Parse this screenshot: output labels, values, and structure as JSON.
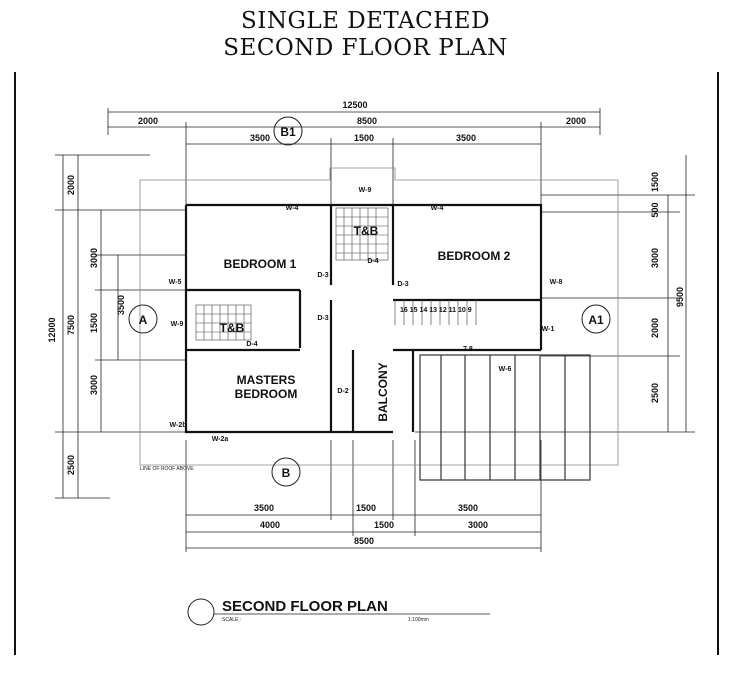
{
  "title": {
    "line1": "SINGLE DETACHED",
    "line2": "SECOND FLOOR PLAN"
  },
  "dimensions": {
    "top_total": "12500",
    "top_left": "2000",
    "top_mid": "8500",
    "top_right": "2000",
    "top_seg1": "3500",
    "top_seg2": "1500",
    "top_seg3": "3500",
    "bot_row1": [
      "3500",
      "1500",
      "3500"
    ],
    "bot_row2": [
      "4000",
      "1500",
      "3000"
    ],
    "bot_total": "8500",
    "left_total": "12000",
    "left_a": "2000",
    "left_b": "7500",
    "left_c": "2500",
    "left_d": "3000",
    "left_e": "1500",
    "left_f": "3000",
    "left_g": "3500",
    "right_total": "9500",
    "right_a": "1500",
    "right_b": "500",
    "right_c": "3000",
    "right_d": "2000",
    "right_e": "2500"
  },
  "rooms": {
    "bedroom1": "BEDROOM 1",
    "bedroom2": "BEDROOM 2",
    "tb_left": "T&B",
    "tb_top": "T&B",
    "masters_line1": "MASTERS",
    "masters_line2": "BEDROOM",
    "balcony": "BALCONY"
  },
  "tags": {
    "w9_top": "W-9",
    "w4_left": "W-4",
    "w4_right": "W-4",
    "w5": "W-5",
    "w9_left": "W-9",
    "w8": "W-8",
    "w1": "W-1",
    "w6": "W-6",
    "w2b": "W-2b",
    "w2a": "W-2a",
    "d3_a": "D-3",
    "d3_b": "D-3",
    "d3_c": "D-3",
    "d4_a": "D-4",
    "d4_b": "D-4",
    "d2": "D-2"
  },
  "stairs": {
    "row_top": "16 15 14 13 12 11 10  9",
    "row_bottom": "7  8"
  },
  "sections": {
    "b1": "B1",
    "b": "B",
    "a": "A",
    "a1": "A1"
  },
  "roof_note": "LINE OF ROOF ABOVE",
  "caption": {
    "title": "SECOND FLOOR PLAN",
    "scale_label": "SCALE :",
    "scale_value": "1:100mm"
  },
  "colors": {
    "ink": "#111111",
    "paper": "#ffffff",
    "hatch": "#555555"
  }
}
